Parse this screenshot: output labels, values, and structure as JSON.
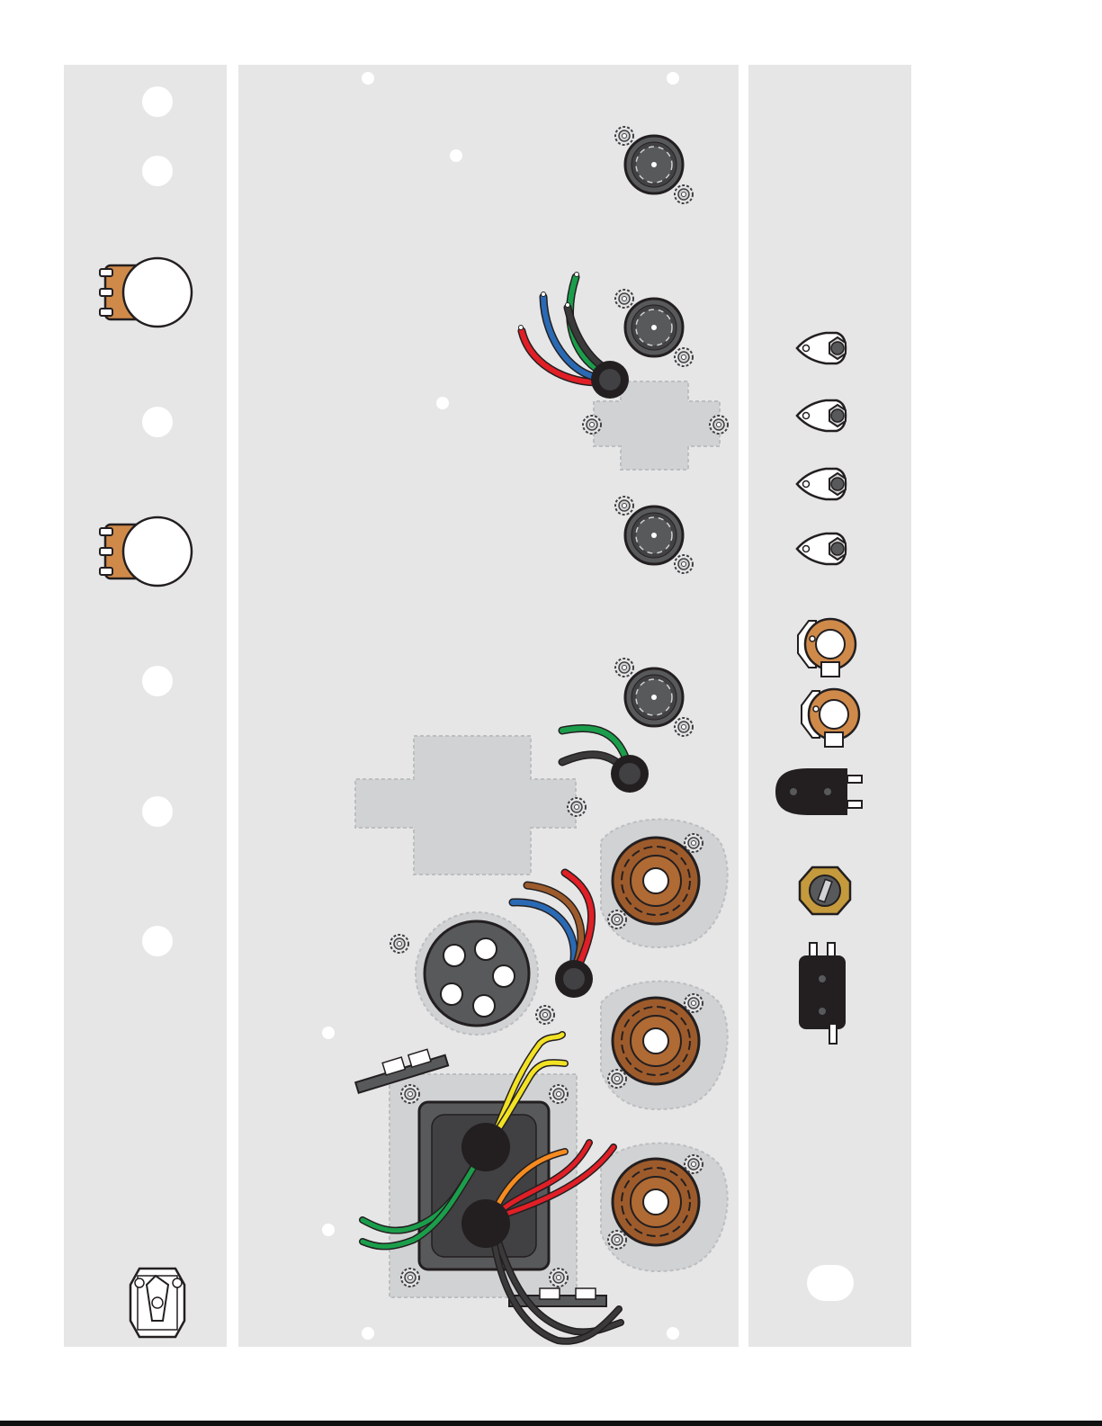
{
  "diagram": {
    "description_visible_text": "",
    "colors": {
      "background": "#ffffff",
      "panel": "#e6e6e7",
      "panel_shade": "#d1d2d4",
      "outline": "#231f20",
      "socket_gray": "#58595b",
      "socket_dark": "#414042",
      "bakelite_brown": "#9d5b2c",
      "pot_lug_orange": "#cf8a4a",
      "power_socket": "#555557",
      "brass": "#c49a3c",
      "wire_red": "#e01f26",
      "wire_green": "#1b9e4b",
      "wire_blue": "#2a6ab4",
      "wire_black": "#3a3a3a",
      "wire_brown": "#9d5b2c",
      "wire_yellow": "#f2e224",
      "wire_orange": "#f68b1f"
    },
    "panels": [
      {
        "name": "front-panel-strip"
      },
      {
        "name": "chassis-pan"
      },
      {
        "name": "back-panel-strip"
      }
    ],
    "components": {
      "front_holes": 6,
      "front_pots": 2,
      "preamp_sockets": 4,
      "power_sockets": 3,
      "back_jacks": 4,
      "back_pot_small": 2
    }
  }
}
